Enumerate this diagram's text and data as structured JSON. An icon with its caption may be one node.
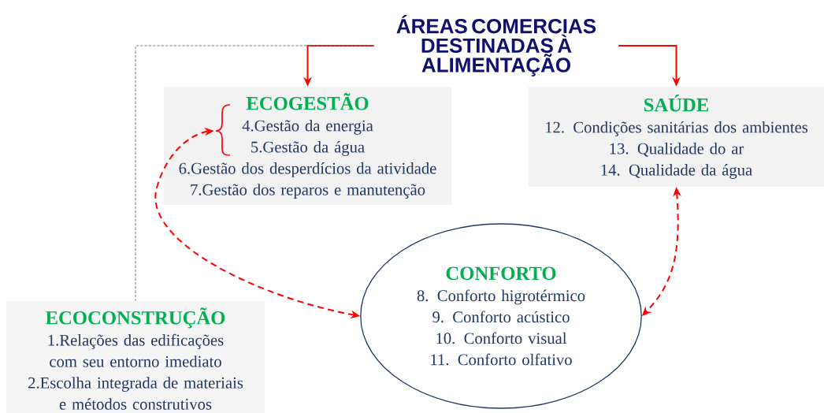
{
  "diagram": {
    "nodes": [
      {
        "text": [
          "ÁREAS COMERCIAS DESTINADAS À ALIMENTAÇÃO"
        ]
      },
      {
        "text": [
          "ECOGESTÃO",
          "4.Gestão da energia",
          "5.Gestão da água",
          "6.Gestão dos desperdícios da atividade",
          "7.Gestão dos reparos e manutenção"
        ]
      },
      {
        "text": [
          "SAÚDE",
          "12. Condições sanitárias dos ambientes",
          "13. Qualidade do ar",
          "14. Qualidade da água"
        ]
      },
      {
        "text": [
          "CONFORTO",
          "8. Conforto higrotérmico",
          "9. Conforto acústico",
          "10. Conforto visual",
          "11. Conforto olfativo"
        ]
      },
      {
        "text": [
          "ECOCONSTRUÇÃO",
          "1.Relações das edificações com seu entorno imediato",
          "2.Escolha integrada de materiais e métodos construtivos"
        ]
      }
    ],
    "edges": [
      {
        "from": 0,
        "to": 1,
        "arrow": "to"
      },
      {
        "from": 0,
        "to": 2,
        "arrow": "to"
      },
      {
        "from": 0,
        "to": 4,
        "arrow": "none",
        "style": "dashed",
        "color": "#7f7f7f"
      },
      {
        "from": 3,
        "to": 1,
        "arrow": "both",
        "style": "dashed"
      },
      {
        "from": 2,
        "to": 3,
        "arrow": "both",
        "style": "dashed"
      }
    ]
  }
}
